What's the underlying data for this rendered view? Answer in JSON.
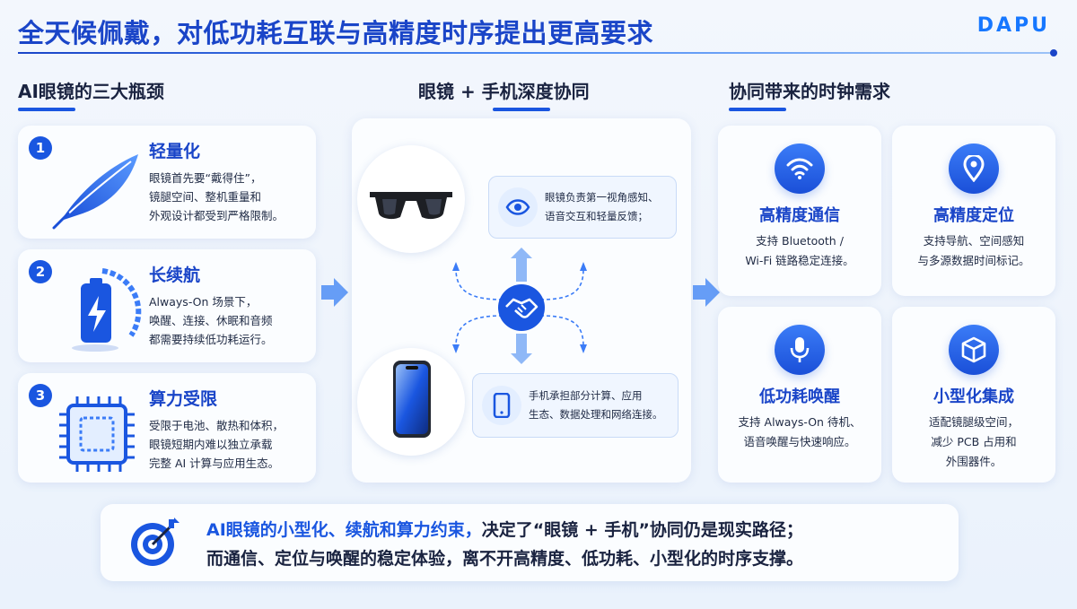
{
  "header": {
    "title": "全天候佩戴，对低功耗互联与高精度时序提出更高要求",
    "logo": "DAPU"
  },
  "left": {
    "heading": "AI眼镜的三大瓶颈",
    "items": [
      {
        "num": "1",
        "title": "轻量化",
        "lines": [
          "眼镜首先要“戴得住”，",
          "镜腿空间、整机重量和",
          "外观设计都受到严格限制。"
        ],
        "icon": "feather-icon"
      },
      {
        "num": "2",
        "title": "长续航",
        "lines": [
          "Always-On 场景下，",
          "唤醒、连接、休眠和音频",
          "都需要持续低功耗运行。"
        ],
        "icon": "battery-icon"
      },
      {
        "num": "3",
        "title": "算力受限",
        "lines": [
          "受限于电池、散热和体积，",
          "眼镜短期内难以独立承载",
          "完整 AI 计算与应用生态。"
        ],
        "icon": "chip-icon"
      }
    ]
  },
  "middle": {
    "heading": "眼镜 + 手机深度协同",
    "glasses_role": [
      "眼镜负责第一视角感知、",
      "语音交互和轻量反馈；"
    ],
    "phone_role": [
      "手机承担部分计算、应用",
      "生态、数据处理和网络连接。"
    ],
    "center_icon": "handshake-icon"
  },
  "right": {
    "heading": "协同带来的时钟需求",
    "cards": [
      {
        "title": "高精度通信",
        "lines": [
          "支持 Bluetooth /",
          "Wi-Fi 链路稳定连接。"
        ],
        "icon": "wifi-icon"
      },
      {
        "title": "高精度定位",
        "lines": [
          "支持导航、空间感知",
          "与多源数据时间标记。"
        ],
        "icon": "location-pin-icon"
      },
      {
        "title": "低功耗唤醒",
        "lines": [
          "支持 Always-On 待机、",
          "语音唤醒与快速响应。"
        ],
        "icon": "microphone-icon"
      },
      {
        "title": "小型化集成",
        "lines": [
          "适配镜腿级空间，",
          "减少 PCB 占用和",
          "外围器件。"
        ],
        "icon": "cube-icon"
      }
    ]
  },
  "summary": {
    "line1_highlight": "AI眼镜的小型化、续航和算力约束，",
    "line1_rest": "决定了“眼镜 + 手机”协同仍是现实路径；",
    "line2": "而通信、定位与唤醒的稳定体验，离不开高精度、低功耗、小型化的时序支撑。"
  },
  "colors": {
    "primary": "#1a56e0",
    "title": "#1a45c8",
    "logo": "#1677ff"
  }
}
